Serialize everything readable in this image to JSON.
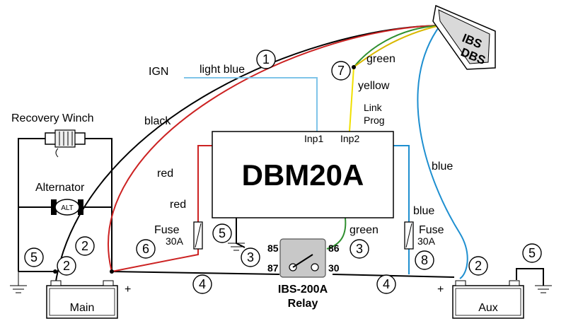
{
  "colors": {
    "red": "#cc2222",
    "black": "#000000",
    "lightblue": "#7fc4e8",
    "blue": "#1e8fd0",
    "green": "#2f8f2f",
    "yellow": "#f0e000",
    "relay_fill": "#c8c8c8"
  },
  "module": {
    "name": "DBM20A",
    "inp1": "Inp1",
    "inp2": "Inp2"
  },
  "display": {
    "line1": "IBS",
    "line2": "DBS"
  },
  "components": {
    "winch": "Recovery Winch",
    "alternator": "Alternator",
    "alt_badge": "ALT",
    "main": "Main",
    "aux": "Aux",
    "relay_name": "IBS-200A",
    "relay_sub": "Relay"
  },
  "fuses": {
    "left_label": "Fuse",
    "left_rating": "30A",
    "right_label": "Fuse",
    "right_rating": "30A"
  },
  "relay_pins": {
    "p85": "85",
    "p86": "86",
    "p87": "87",
    "p30": "30"
  },
  "wire_labels": {
    "ign": "IGN",
    "light_blue": "light blue",
    "black": "black",
    "red_upper": "red",
    "red_lower": "red",
    "green_top": "green",
    "yellow": "yellow",
    "link": "Link",
    "prog": "Prog",
    "blue_right": "blue",
    "blue_lower": "blue",
    "green_lower": "green"
  },
  "polarity": {
    "main_plus": "+",
    "aux_plus": "+"
  },
  "markers": {
    "m1": "1",
    "m2a": "2",
    "m2b": "2",
    "m2c": "2",
    "m3a": "3",
    "m3b": "3",
    "m4a": "4",
    "m4b": "4",
    "m5a": "5",
    "m5b": "5",
    "m5c": "5",
    "m6": "6",
    "m7": "7",
    "m8": "8"
  }
}
